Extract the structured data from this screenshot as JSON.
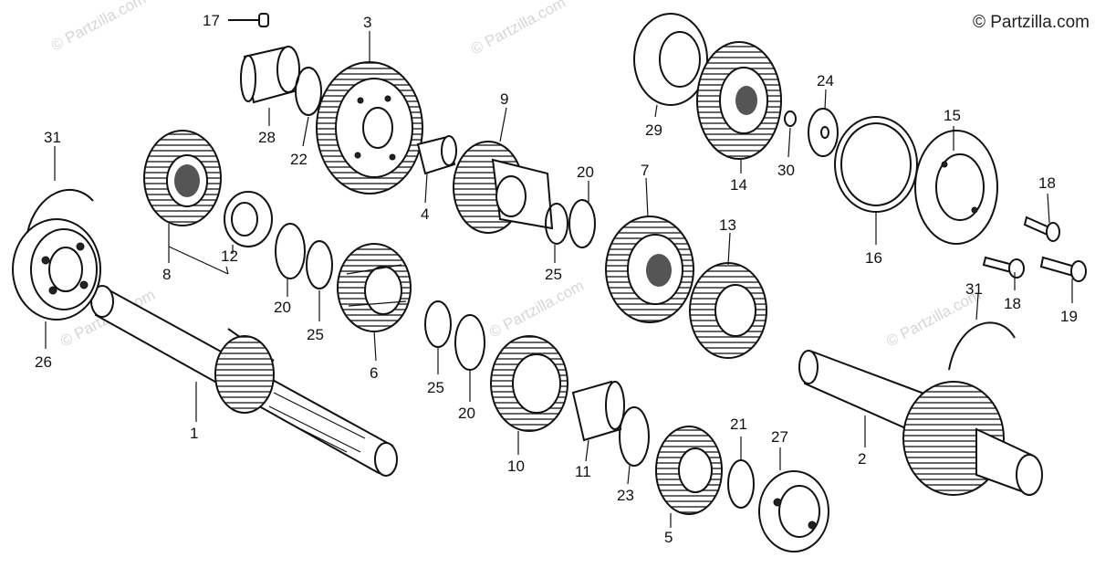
{
  "copyright": "© Partzilla.com",
  "watermark": "© Partzilla.com",
  "colors": {
    "ink": "#111111",
    "watermark": "#d6d6d6",
    "background": "#ffffff"
  },
  "callouts": {
    "c1": "1",
    "c2": "2",
    "c3": "3",
    "c4": "4",
    "c5": "5",
    "c6": "6",
    "c7": "7",
    "c8": "8",
    "c9": "9",
    "c10": "10",
    "c11": "11",
    "c12": "12",
    "c13": "13",
    "c14": "14",
    "c15": "15",
    "c16": "16",
    "c17": "17",
    "c18a": "18",
    "c18b": "18",
    "c19": "19",
    "c20a": "20",
    "c20b": "20",
    "c20c": "20",
    "c21": "21",
    "c22": "22",
    "c23": "23",
    "c24": "24",
    "c25a": "25",
    "c25b": "25",
    "c25c": "25",
    "c26": "26",
    "c27": "27",
    "c28": "28",
    "c29": "29",
    "c30": "30",
    "c31a": "31",
    "c31b": "31"
  }
}
